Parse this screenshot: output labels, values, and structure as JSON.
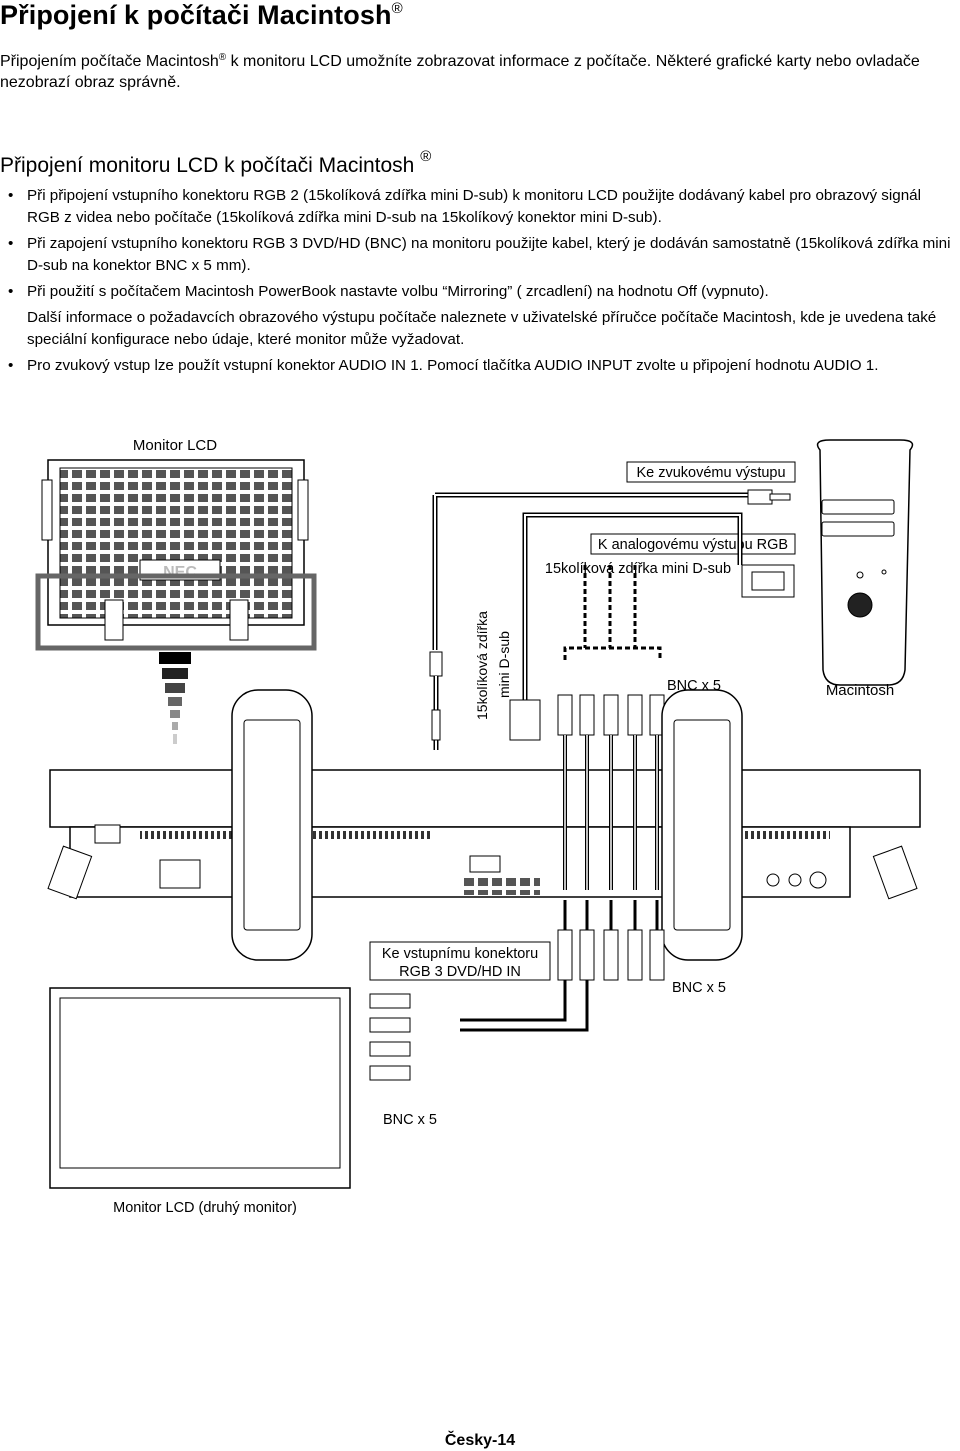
{
  "title": "Připojení k počítači Macintosh",
  "reg_mark": "®",
  "intro": {
    "part1": "Připojením počítače Macintosh",
    "part2": "k monitoru LCD umožníte zobrazovat informace z počítače. Některé grafické karty nebo ovladače nezobrazí obraz správně."
  },
  "section_title": "Připojení monitoru LCD k počítači Macintosh",
  "bullet_glyph": "•",
  "bullets": [
    "Při připojení vstupního konektoru RGB 2 (15kolíková zdířka mini D-sub) k monitoru LCD použijte dodávaný kabel pro obrazový signál RGB z videa nebo počítače (15kolíková zdířka mini D-sub na 15kolíkový konektor mini D-sub).",
    "Při zapojení vstupního konektoru RGB 3 DVD/HD (BNC) na monitoru použijte kabel, který je dodáván samostatně (15kolíková zdířka mini D-sub na konektor BNC x 5 mm).",
    "Při použití s počítačem Macintosh PowerBook nastavte volbu “Mirroring” ( zrcadlení) na hodnotu Off (vypnuto).",
    "Pro zvukový vstup lze použít vstupní konektor AUDIO IN 1. Pomocí tlačítka AUDIO INPUT zvolte u připojení hodnotu AUDIO 1."
  ],
  "note_paragraph": "Další informace o požadavcích obrazového výstupu počítače naleznete v uživatelské příručce počítače Macintosh, kde je uvedena také speciální konfigurace nebo údaje, které monitor může vyžadovat.",
  "diagram": {
    "monitor_lcd": "Monitor LCD",
    "audio_out": "Ke zvukovému výstupu",
    "analog_out": "K analogovému výstupu RGB",
    "dsub_socket": "15kolíková zdířka mini D-sub",
    "dsub_vertical_1": "15kolíková zdířka",
    "dsub_vertical_2": "mini D-sub",
    "bnc_x5_a": "BNC x 5",
    "macintosh": "Macintosh",
    "rgb3_line1": "Ke vstupnímu konektoru",
    "rgb3_line2": "RGB 3 DVD/HD IN",
    "bnc_x5_b": "BNC x 5",
    "bnc_x5_c": "BNC x 5",
    "second_monitor": "Monitor LCD (druhý monitor)",
    "brand_logo": "NEC"
  },
  "footer": "Česky-14"
}
